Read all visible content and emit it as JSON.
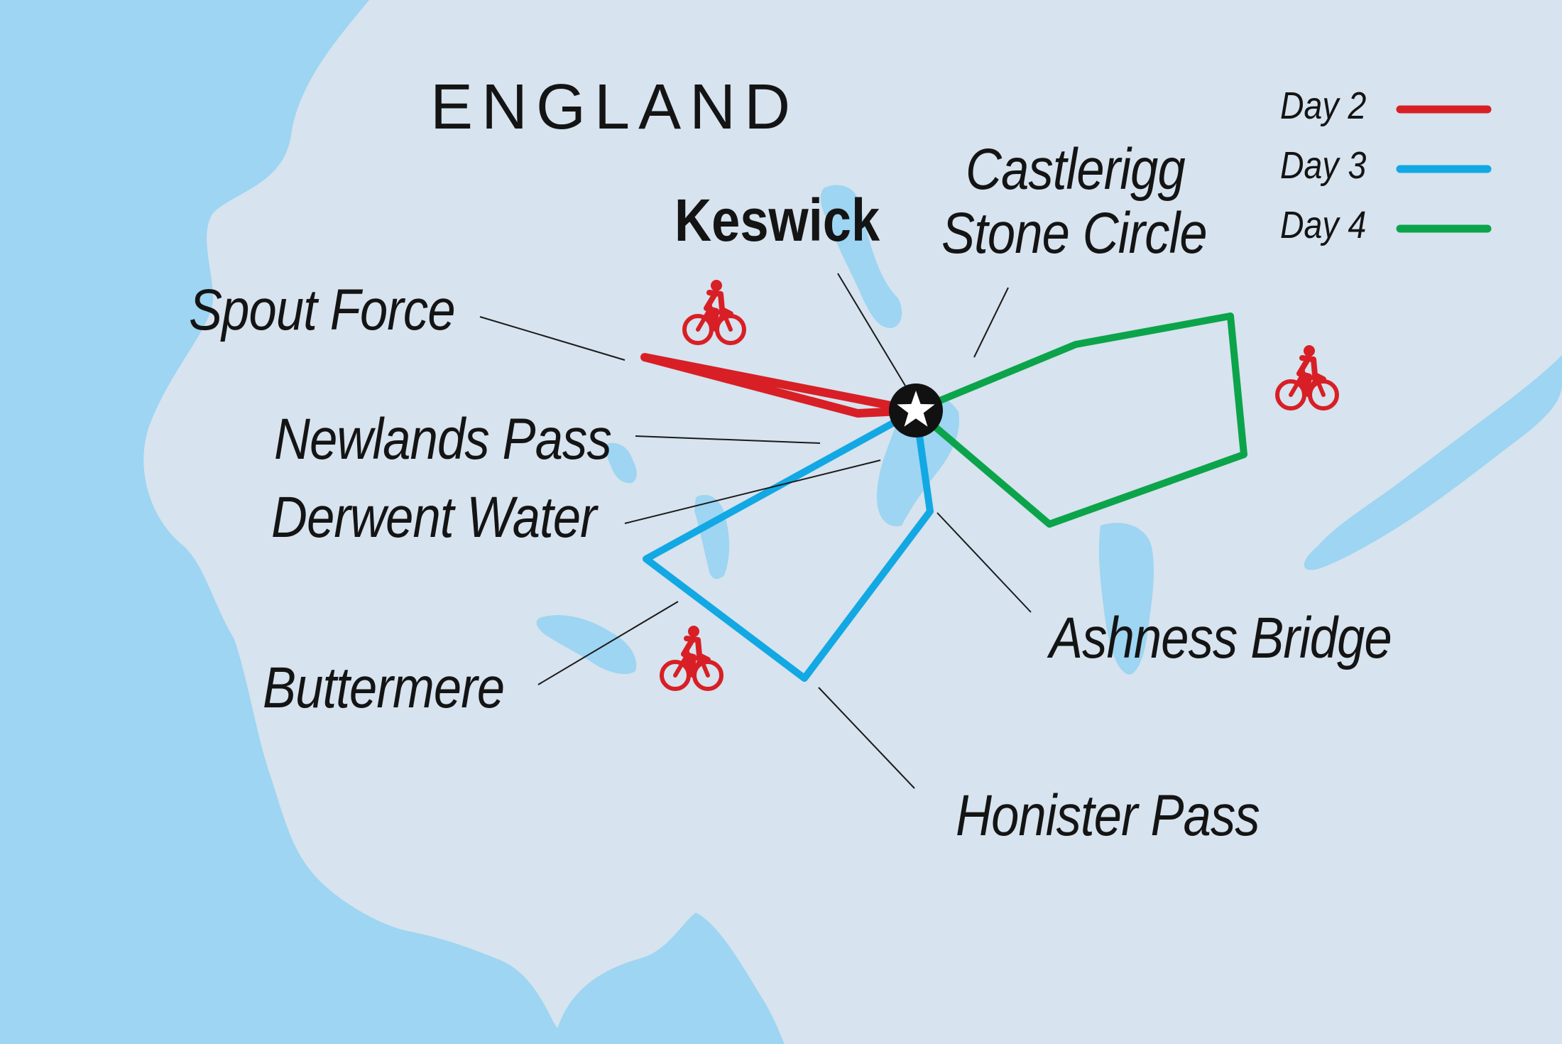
{
  "map": {
    "country": "ENGLAND",
    "city": "Keswick",
    "places": {
      "spout_force": "Spout Force",
      "newlands_pass": "Newlands Pass",
      "derwent_water": "Derwent Water",
      "buttermere": "Buttermere",
      "castlerigg": [
        "Castlerigg",
        "Stone Circle"
      ],
      "ashness_bridge": "Ashness Bridge",
      "honister_pass": "Honister Pass"
    },
    "colors": {
      "land": "#d7e3ee",
      "water": "#9dd5f2",
      "day2": "#d81f26",
      "day3": "#12a8e4",
      "day4": "#0ba44b",
      "activity_icon": "#d81f26"
    },
    "activity_icon": "cycling-icon",
    "start_marker": "star-icon"
  },
  "legend": {
    "items": [
      {
        "label": "Day 2",
        "color": "#d81f26"
      },
      {
        "label": "Day 3",
        "color": "#12a8e4"
      },
      {
        "label": "Day 4",
        "color": "#0ba44b"
      }
    ]
  }
}
